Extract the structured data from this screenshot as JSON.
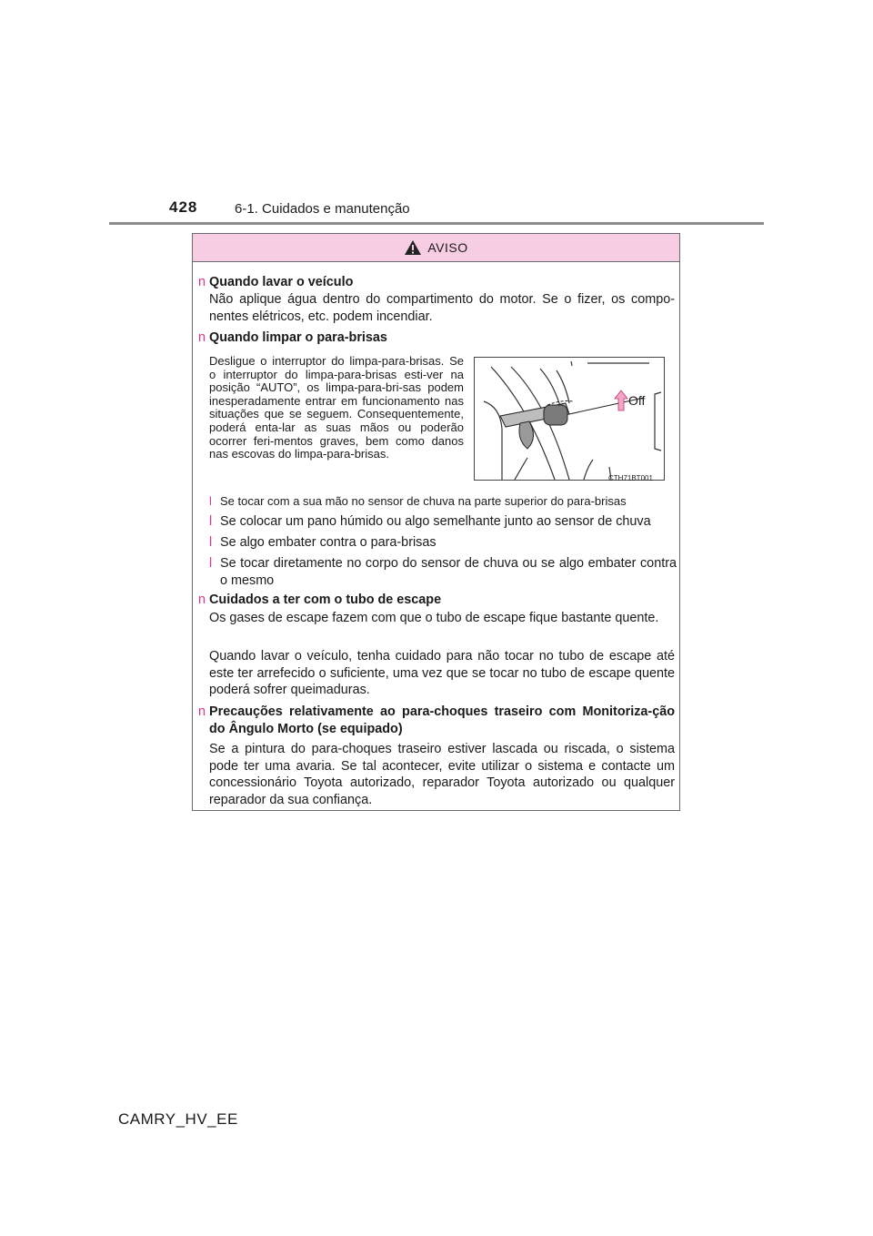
{
  "header": {
    "page_number": "428",
    "section_title": "6-1. Cuidados e manutenção"
  },
  "warning": {
    "title": "AVISO",
    "items": [
      {
        "heading": "Quando lavar o veículo",
        "paragraphs": [
          "Não aplique água dentro do compartimento do motor. Se o fizer, os compo-nentes elétricos, etc. podem incendiar."
        ]
      },
      {
        "heading": "Quando limpar o para-brisas",
        "paragraphs": [
          "Desligue o interruptor do limpa-para-brisas. Se o interruptor do limpa-para-brisas esti-ver na posição “AUTO”, os limpa-para-bri-sas podem inesperadamente entrar em funcionamento nas situações que se seguem. Consequentemente, poderá enta-lar as suas mãos ou poderão ocorrer feri-mentos graves, bem como danos nas escovas do limpa-para-brisas."
        ],
        "sub_items": [
          "Se tocar com a sua mão no sensor de chuva na parte superior do para-brisas",
          "Se colocar um pano húmido ou algo semelhante junto ao sensor de chuva",
          "Se algo embater contra o para-brisas",
          "Se tocar diretamente no corpo do sensor de chuva ou se algo embater contra o mesmo"
        ]
      },
      {
        "heading": "Cuidados a ter com o tubo de escape",
        "paragraphs": [
          "Os gases de escape fazem com que o tubo de escape fique bastante quente.",
          "Quando lavar o veículo, tenha cuidado para não tocar no tubo de escape até este ter arrefecido o suficiente, uma vez que se tocar no tubo de escape quente poderá sofrer queimaduras."
        ]
      },
      {
        "heading": "Precauções relativamente ao para-choques traseiro com Monitoriza-ção do Ângulo Morto (se equipado)",
        "paragraphs": [
          "Se a pintura do para-choques traseiro estiver lascada ou riscada, o sistema pode ter uma avaria. Se tal acontecer, evite utilizar o sistema e contacte um concessionário Toyota autorizado, reparador Toyota autorizado ou qualquer reparador da sua confiança."
        ]
      }
    ],
    "bullet_symbol": "n",
    "sub_bullet_symbol": "l",
    "figure": {
      "label_off": "Off",
      "code": "CTH71BT001"
    }
  },
  "footer": {
    "model_code": "CAMRY_HV_EE"
  },
  "colors": {
    "accent_pink": "#e2338d",
    "header_fill": "#f6cde3",
    "rule_gray": "#8c8c8c"
  }
}
